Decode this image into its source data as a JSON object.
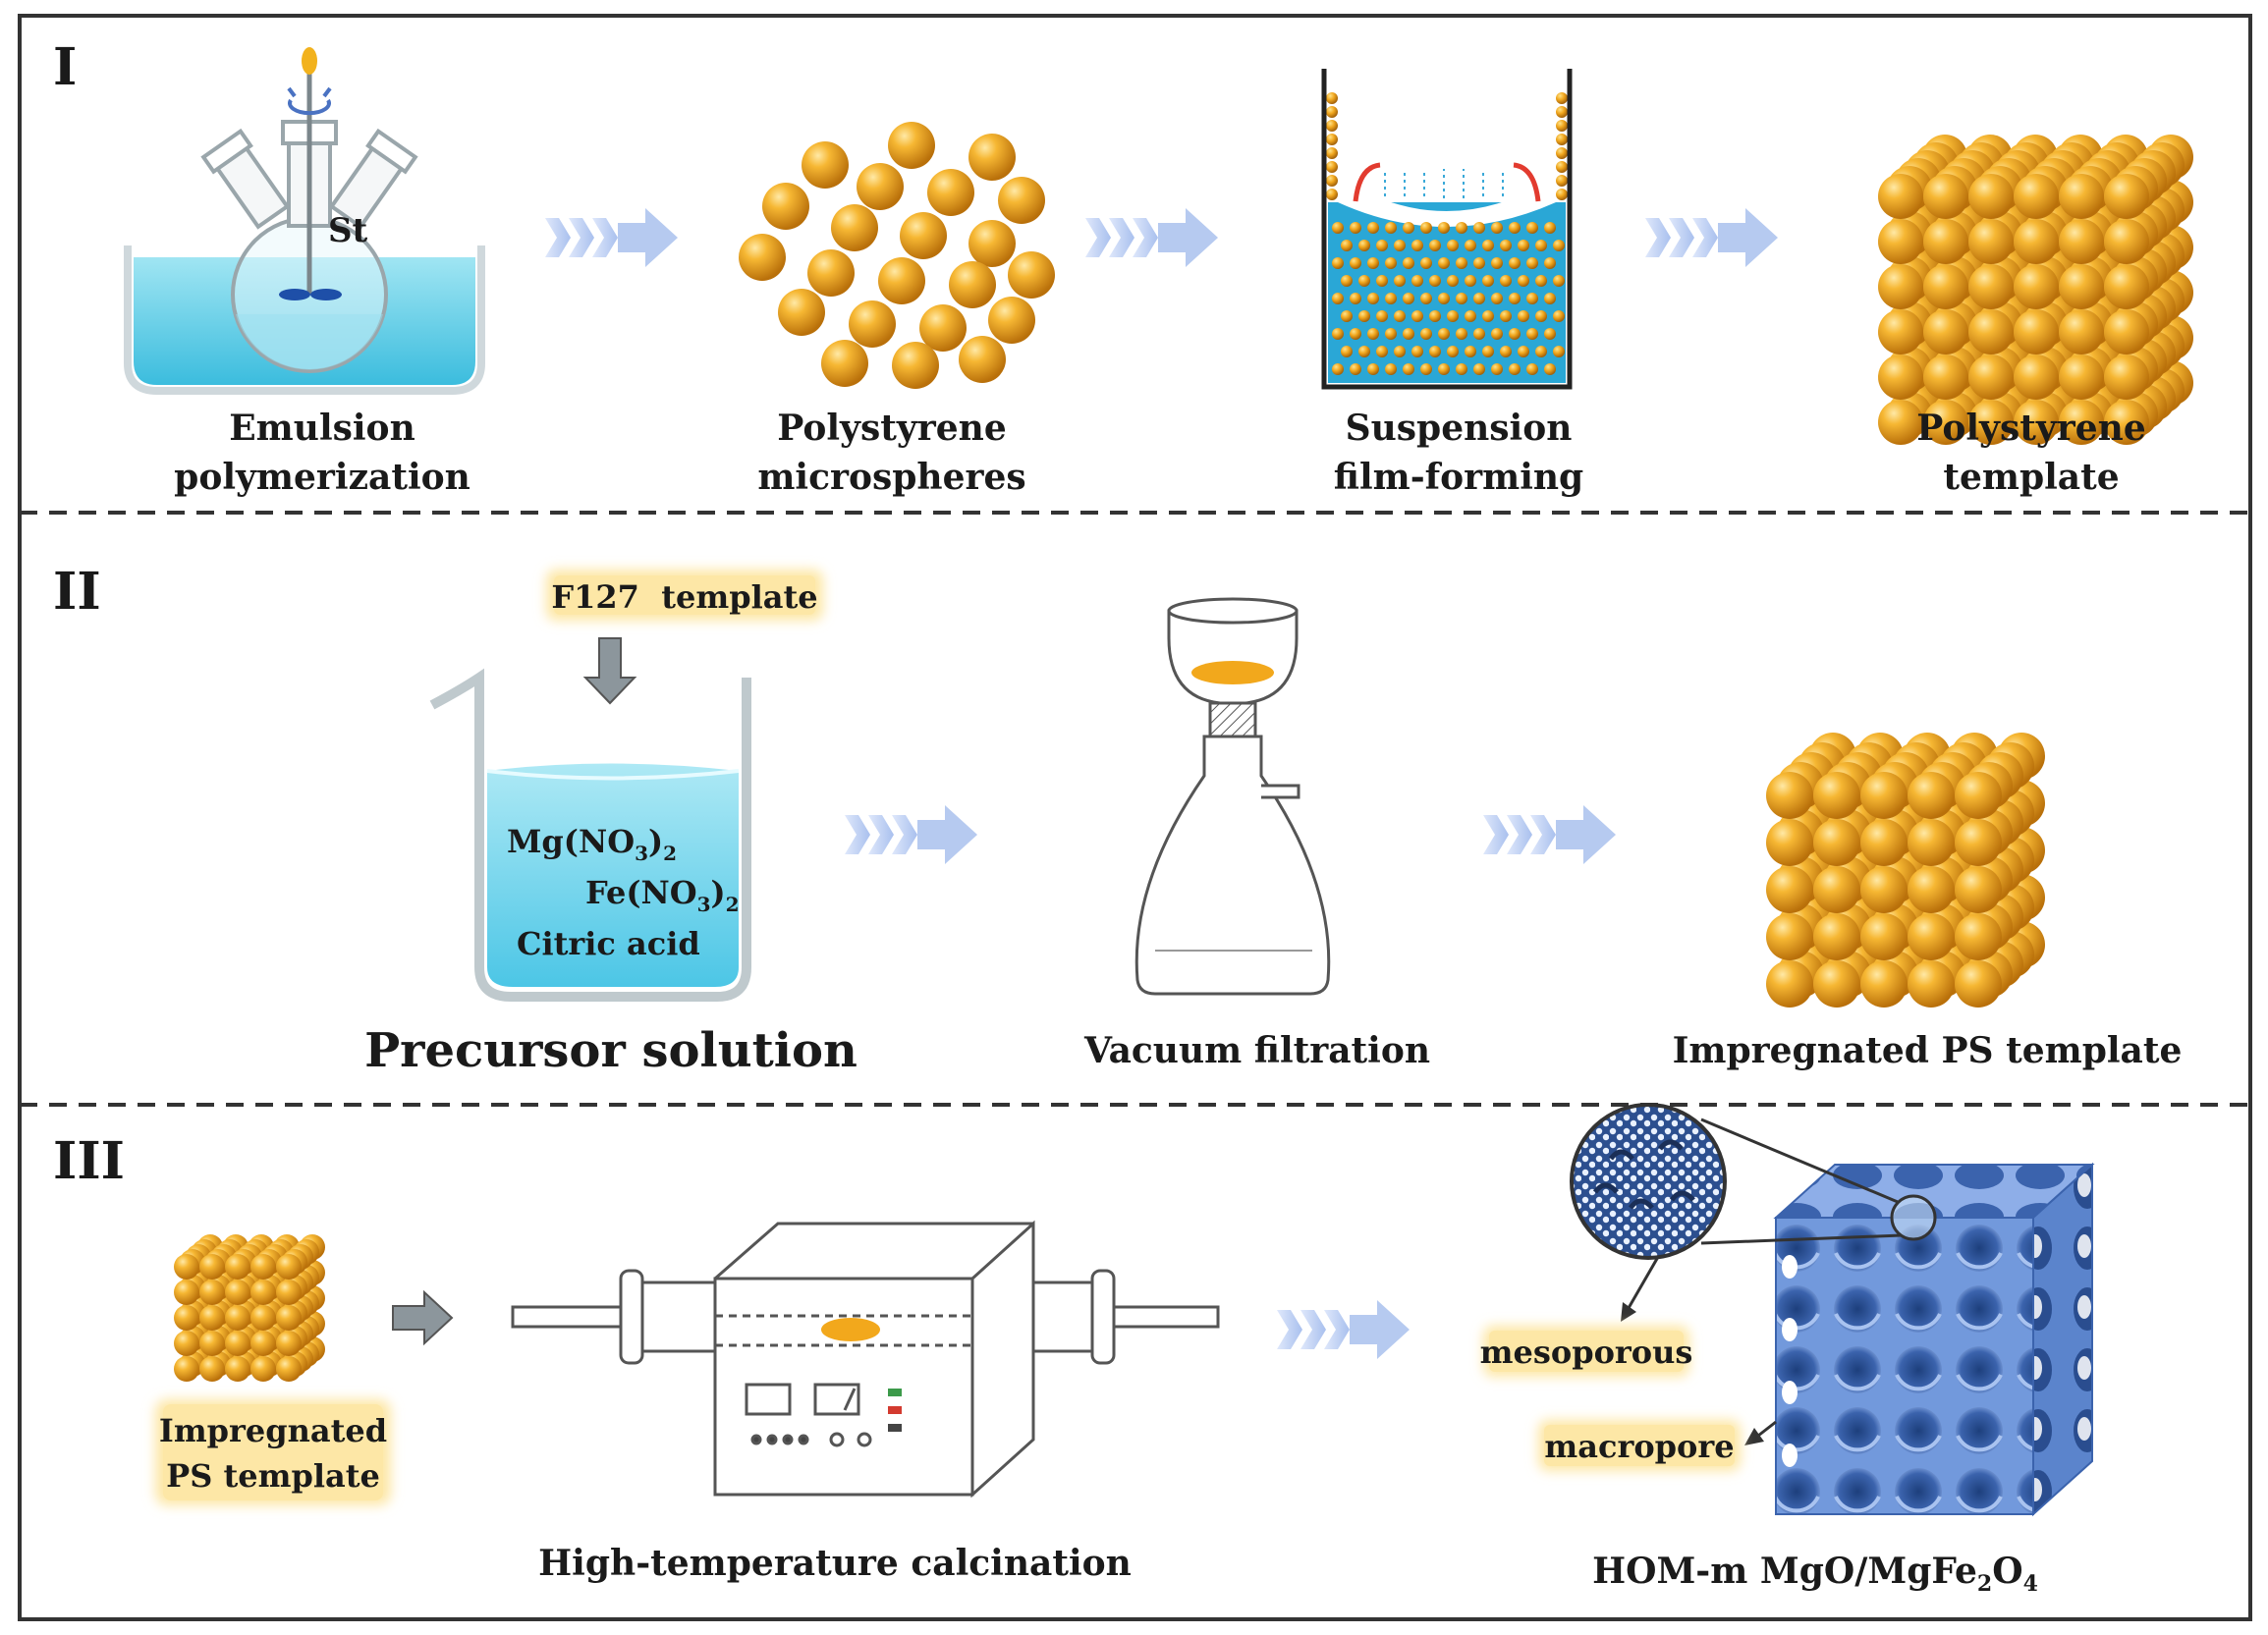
{
  "panels": [
    {
      "numeral": "I",
      "steps": [
        {
          "label_line1": "Emulsion",
          "label_line2": "polymerization"
        },
        {
          "label_line1": "Polystyrene",
          "label_line2": "microspheres"
        },
        {
          "label_line1": "Suspension",
          "label_line2": "film-forming"
        },
        {
          "label_line1": "Polystyrene",
          "label_line2": "template"
        }
      ],
      "flask_label": "St"
    },
    {
      "numeral": "II",
      "f127_label": "F127  template",
      "beaker_contents": [
        {
          "base": "Mg(NO",
          "sub": "3",
          "tail": ")",
          "sub2": "2"
        },
        {
          "base": "Fe(NO",
          "sub": "3",
          "tail": ")",
          "sub2": "2"
        },
        {
          "base": "Citric acid",
          "sub": "",
          "tail": "",
          "sub2": ""
        }
      ],
      "steps": [
        {
          "label": "Precursor solution"
        },
        {
          "label": "Vacuum filtration"
        },
        {
          "label": "Impregnated PS template"
        }
      ]
    },
    {
      "numeral": "III",
      "impregnated_line1": "Impregnated",
      "impregnated_line2": "PS template",
      "calcination_label": "High-temperature calcination",
      "product_label": {
        "a": "HOM-m MgO/MgFe",
        "b": "2",
        "c": "O",
        "d": "4"
      },
      "mesoporous_label": "mesoporous",
      "macropore_label": "macropore"
    }
  ],
  "colors": {
    "sphere": "#f2a81c",
    "water": "#5ccfe6",
    "arrow": "#c5d4f2",
    "product": "#6b91d4",
    "highlight": "#fde7a6"
  }
}
